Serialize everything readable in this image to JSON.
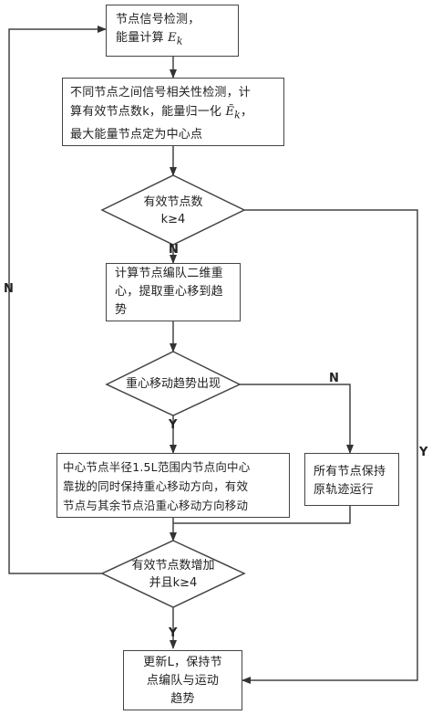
{
  "steps": {
    "detect": {
      "line1": "节点信号检测，",
      "line2_prefix": "能量计算 ",
      "line2_var": "E",
      "line2_sub": "k"
    },
    "correlate": {
      "line1": "不同节点之间信号相关性检测，计",
      "line2_prefix": "算有效节点数k，能量归一化 ",
      "line2_var": "Ẽ",
      "line2_sub": "k",
      "line2_suffix": "，",
      "line3": "最大能量节点定为中心点"
    },
    "decision1": {
      "line1": "有效节点数",
      "line2": "k≥4"
    },
    "centroid": {
      "line1": "计算节点编队二维重",
      "line2": "心，提取重心移到趋",
      "line3": "势"
    },
    "decision2": {
      "line1": "重心移动趋势出现"
    },
    "move": {
      "line1": "中心节点半径1.5L范围内节点向中心",
      "line2": "靠拢的同时保持重心移动方向，有效",
      "line3": "节点与其余节点沿重心移动方向移动"
    },
    "keep": {
      "line1": "所有节点保持",
      "line2": "原轨迹运行"
    },
    "decision3": {
      "line1": "有效节点数增加",
      "line2": "并且k≥4"
    },
    "update": {
      "line1": "更新L，保持节",
      "line2": "点编队与运动",
      "line3": "趋势"
    }
  },
  "labels": {
    "d1_no": "N",
    "d1_yes": "Y",
    "d2_no": "N",
    "d2_yes": "Y",
    "d3_no": "N",
    "d3_yes": "Y"
  }
}
